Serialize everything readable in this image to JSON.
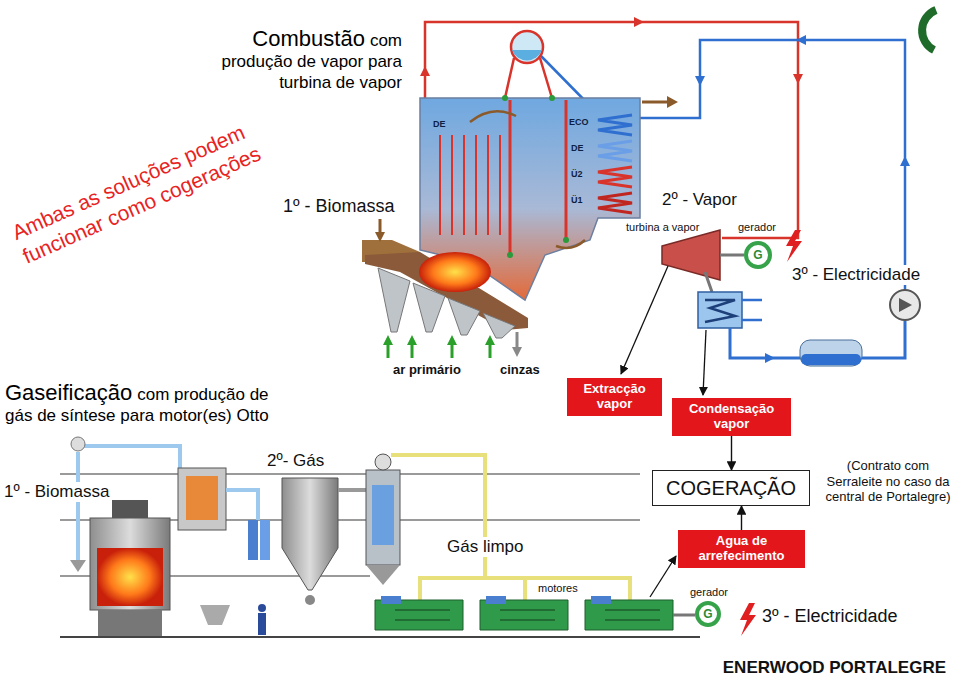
{
  "diagram": {
    "nodes": [
      {
        "text": [
          "G"
        ]
      },
      {
        "text": [
          "Extracção vapor"
        ]
      },
      {
        "text": [
          "Condensação vapor"
        ]
      },
      {
        "text": [
          "COGERAÇÃO"
        ]
      },
      {
        "text": [
          "Agua de arrefecimento"
        ]
      },
      {
        "text": [
          "G"
        ]
      }
    ],
    "edges": [
      {
        "from": 2,
        "to": 3,
        "arrow": "to"
      },
      {
        "from": 4,
        "to": 3,
        "arrow": "to"
      }
    ],
    "labels": [
      "Combustão",
      "com produção de vapor para turbina de vapor",
      "Ambas as soluções podem funcionar como cogerações",
      "1º - Biomassa",
      "2º - Vapor",
      "DE",
      "ECO",
      "DE",
      "Ü2",
      "Ü1",
      "turbina a vapor",
      "gerador",
      "3º - Electricidade",
      "ar primário",
      "cinzas",
      "Gaseificação",
      "com produção de gás de síntese para motor(es) Otto",
      "1º - Biomassa",
      "2º- Gás",
      "Gás limpo",
      "(Contrato com Serraleite no caso da central de Portalegre)",
      "motores",
      "gerador",
      "3º - Electricidade",
      "ENERWOOD PORTALEGRE"
    ]
  }
}
